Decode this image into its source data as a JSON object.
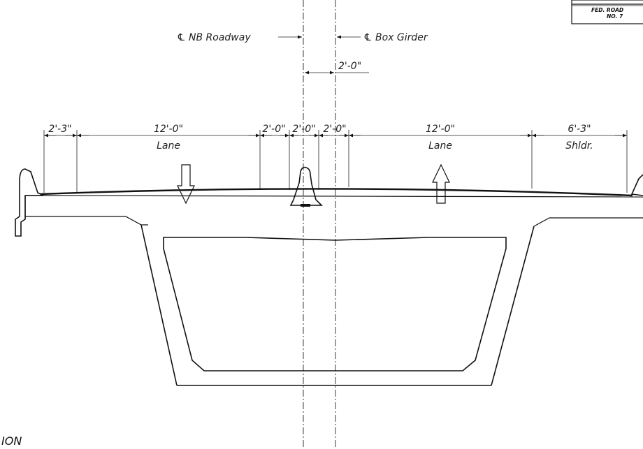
{
  "title_block": {
    "line1": "FED. ROAD",
    "line2": "NO. 7"
  },
  "centerlines": {
    "nb_roadway": "℄ NB Roadway",
    "box_girder": "℄ Box Girder",
    "offset": "2'-0\""
  },
  "dimensions": [
    {
      "value": "2'-3\"",
      "label": ""
    },
    {
      "value": "12'-0\"",
      "label": "Lane"
    },
    {
      "value": "2'-0\"",
      "label": ""
    },
    {
      "value": "2'-0\"",
      "label": ""
    },
    {
      "value": "2'-0\"",
      "label": ""
    },
    {
      "value": "12'-0\"",
      "label": "Lane"
    },
    {
      "value": "6'-3\"",
      "label": "Shldr."
    }
  ],
  "traffic_arrows": [
    {
      "direction": "down"
    },
    {
      "direction": "up"
    }
  ],
  "section_title": "ION"
}
